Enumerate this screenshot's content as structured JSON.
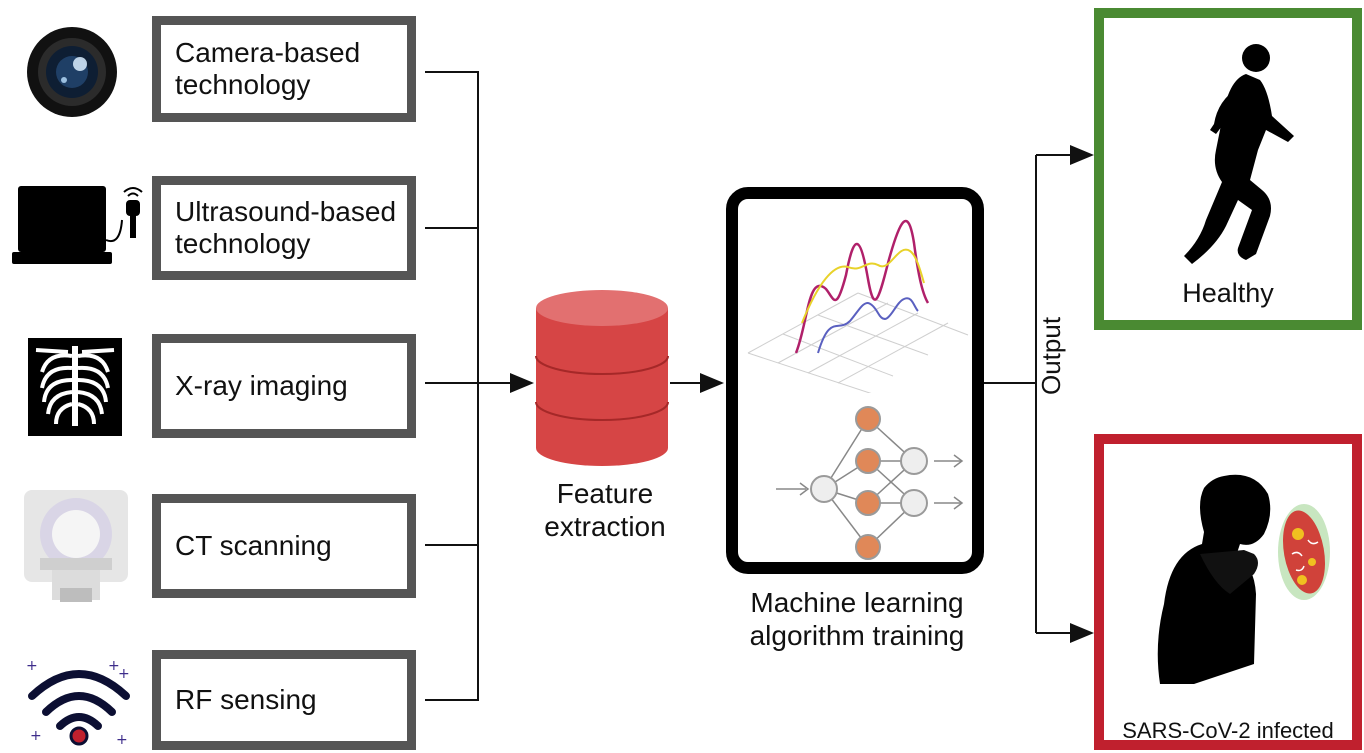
{
  "sources": [
    {
      "label": "Camera-based\ntechnology",
      "icon": "camera-lens-icon"
    },
    {
      "label": "Ultrasound-based\ntechnology",
      "icon": "laptop-ultrasound-icon"
    },
    {
      "label": "X-ray imaging",
      "icon": "xray-ribcage-icon"
    },
    {
      "label": "CT scanning",
      "icon": "ct-scanner-icon"
    },
    {
      "label": "RF sensing",
      "icon": "wifi-signal-icon"
    }
  ],
  "feature_extraction": {
    "label": "Feature\nextraction",
    "icon": "database-cylinder-icon",
    "color": "#d64545"
  },
  "ml": {
    "label": "Machine learning\nalgorithm training",
    "icons": [
      "3d-line-plot-icon",
      "neural-network-icon"
    ]
  },
  "output": {
    "label": "Output",
    "healthy": {
      "label": "Healthy",
      "color": "#4a8a32",
      "icon": "running-person-icon"
    },
    "infected": {
      "label": "SARS-CoV-2 infected",
      "color": "#c0202e",
      "icon": "coughing-person-virus-icon"
    }
  },
  "colors": {
    "box_border": "#555555",
    "line": "#111111"
  }
}
